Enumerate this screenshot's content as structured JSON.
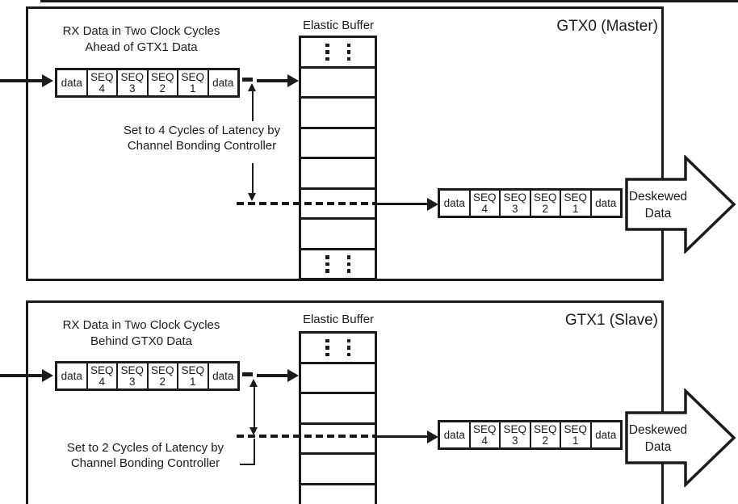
{
  "figure": {
    "sequence_row": {
      "data_label": "data",
      "seq_label": "SEQ",
      "seq_numbers": [
        "4",
        "3",
        "2",
        "1"
      ]
    },
    "panels": [
      {
        "title": "GTX0 (Master)",
        "rx_note": {
          "line1": "RX Data in Two Clock Cycles",
          "line2": "Ahead of GTX1 Data"
        },
        "buffer_label": "Elastic Buffer",
        "latency_note": {
          "line1": "Set to 4 Cycles of Latency by",
          "line2": "Channel Bonding Controller"
        },
        "output_arrow": {
          "line1": "Deskewed",
          "line2": "Data"
        }
      },
      {
        "title": "GTX1 (Slave)",
        "rx_note": {
          "line1": "RX Data in Two Clock Cycles",
          "line2": "Behind GTX0 Data"
        },
        "buffer_label": "Elastic Buffer",
        "latency_note": {
          "line1": "Set to 2 Cycles of Latency by",
          "line2": "Channel Bonding Controller"
        },
        "output_arrow": {
          "line1": "Deskewed",
          "line2": "Data"
        }
      }
    ],
    "colors": {
      "line": "#1b1b1b",
      "background": "#ffffff"
    }
  }
}
